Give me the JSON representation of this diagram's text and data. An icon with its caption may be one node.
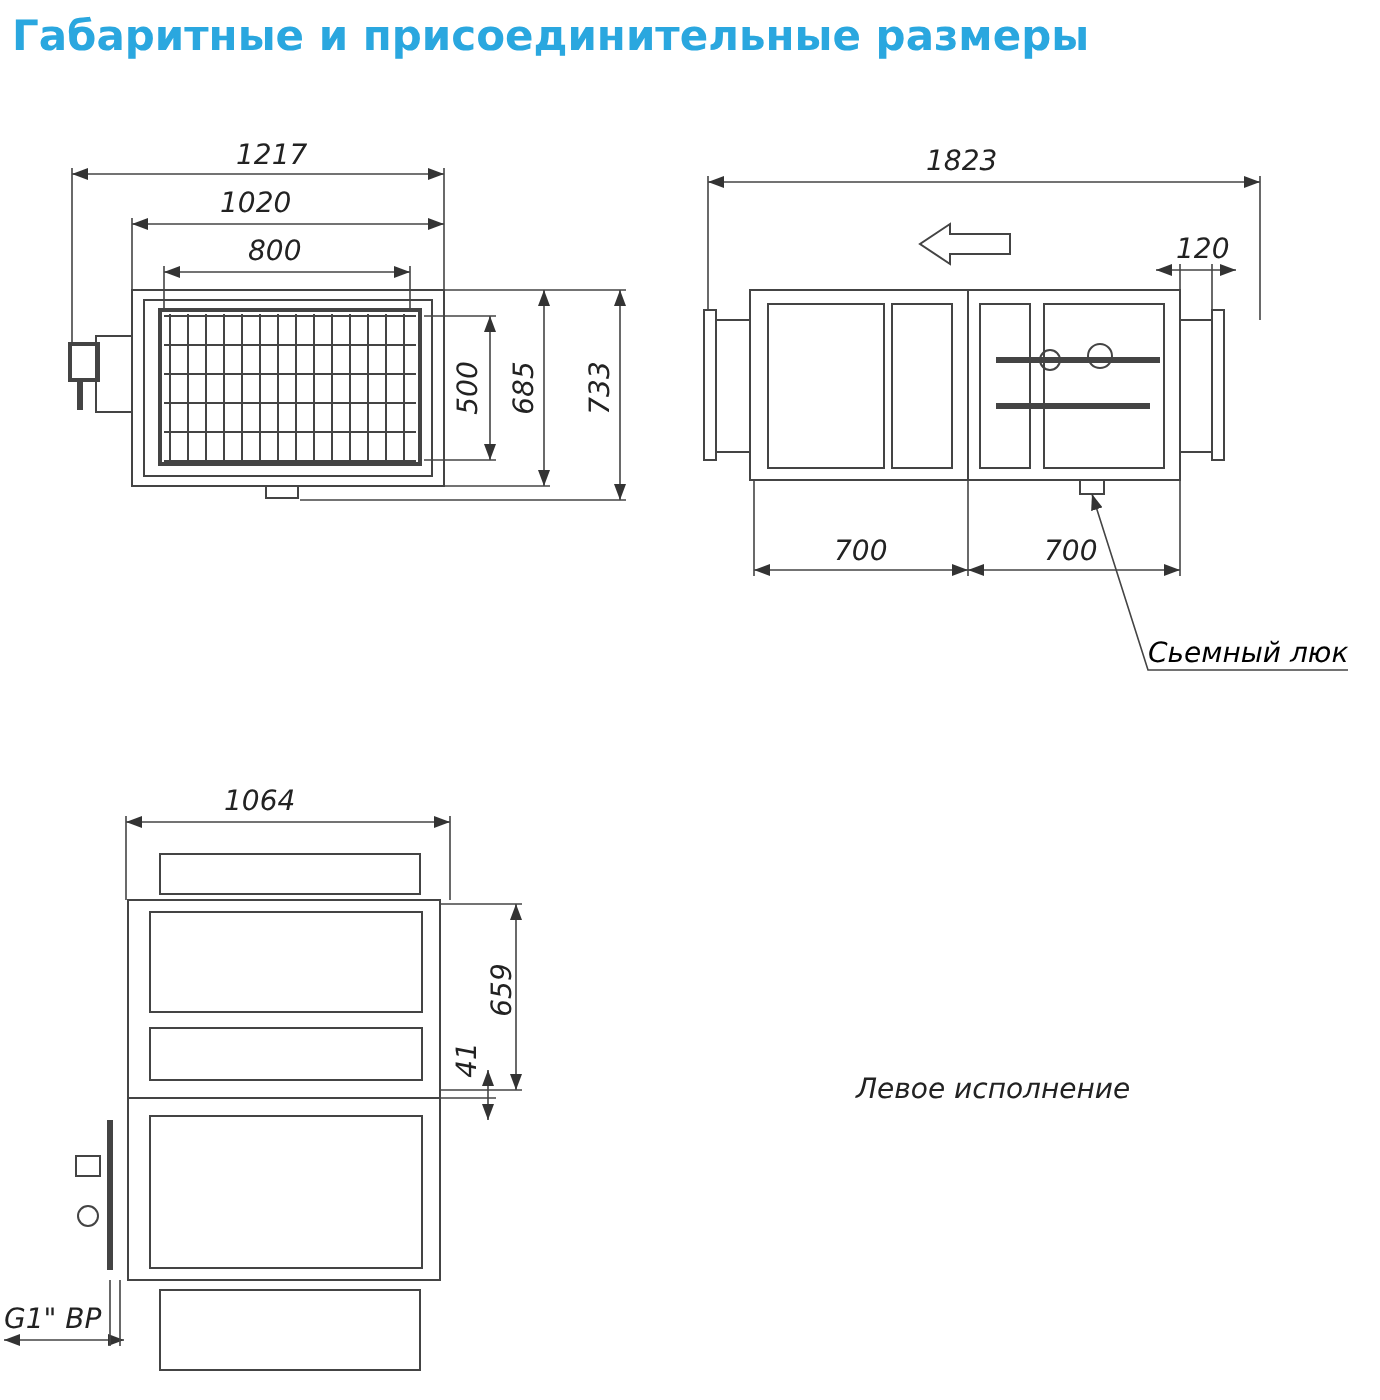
{
  "diagram": {
    "title": "Габаритные и присоединительные размеры",
    "nodes": [
      {
        "text": [
          "Сьемный люк"
        ]
      },
      {
        "text": [],
        "shape": "box"
      }
    ],
    "edges": [
      {
        "from": 0,
        "to": 1,
        "arrow": "to"
      }
    ],
    "labels": [
      "1217",
      "1020",
      "800",
      "500",
      "685",
      "733",
      "1823",
      "120",
      "700",
      "700",
      "1064",
      "659",
      "41",
      "G1\" ВР",
      "Левое исполнение"
    ]
  }
}
